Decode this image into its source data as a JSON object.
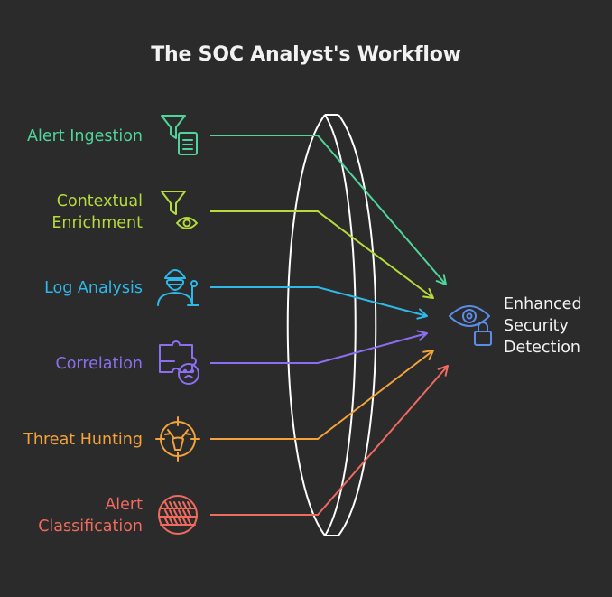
{
  "title": "The SOC Analyst's Workflow",
  "inputs": [
    {
      "lines": [
        "Alert Ingestion"
      ],
      "color": "#4fd49a",
      "icon": "filter-document-icon"
    },
    {
      "lines": [
        "Contextual",
        "Enrichment"
      ],
      "color": "#b5dc3c",
      "icon": "filter-eye-icon"
    },
    {
      "lines": [
        "Log Analysis"
      ],
      "color": "#2fb8ea",
      "icon": "analyst-microscope-icon"
    },
    {
      "lines": [
        "Correlation"
      ],
      "color": "#8c6ff0",
      "icon": "puzzle-face-icon"
    },
    {
      "lines": [
        "Threat Hunting"
      ],
      "color": "#f3a23c",
      "icon": "crosshair-deer-icon"
    },
    {
      "lines": [
        "Alert",
        "Classification"
      ],
      "color": "#ef6a5f",
      "icon": "shelves-icon"
    }
  ],
  "output": {
    "lines": [
      "Enhanced",
      "Security",
      "Detection"
    ],
    "color": "#5b8de8",
    "icon": "eye-lock-icon"
  },
  "lens_color": "#ffffff"
}
